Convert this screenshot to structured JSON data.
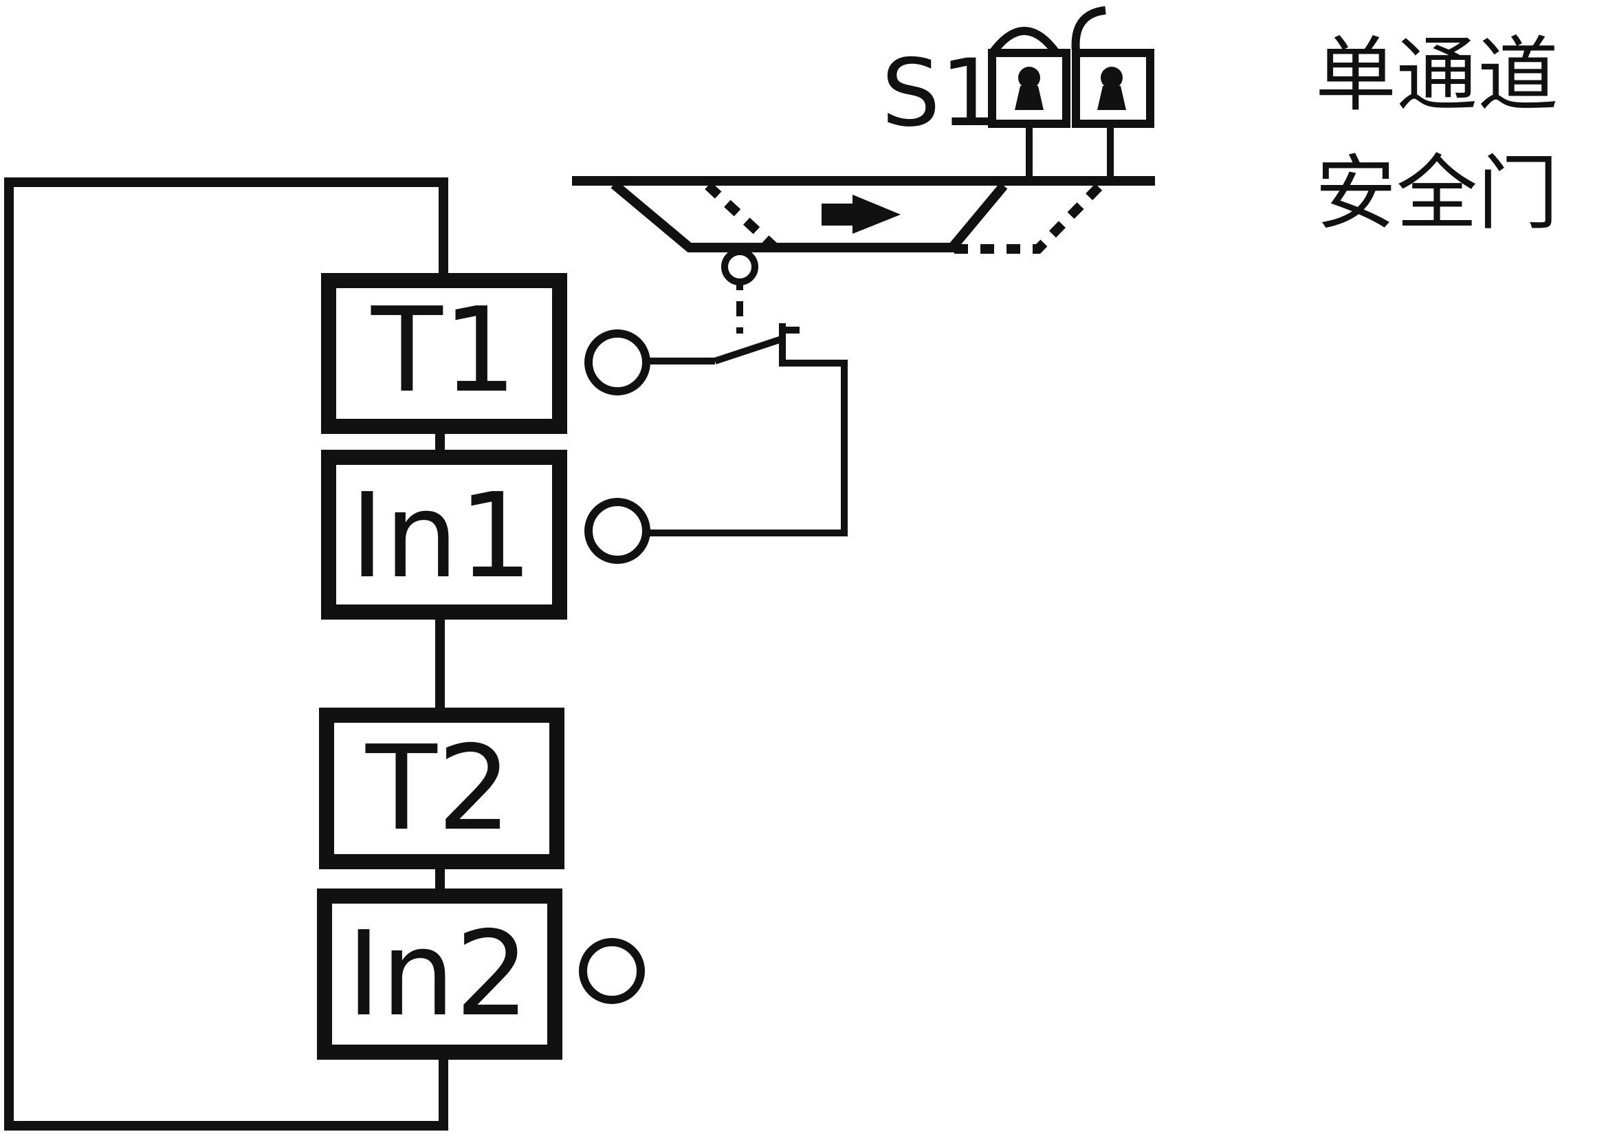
{
  "blocks": {
    "t1": "T1",
    "in1": "In1",
    "t2": "T2",
    "in2": "In2"
  },
  "switch_label": "S1",
  "caption": {
    "line1": "单通道",
    "line2": "安全门"
  },
  "colors": {
    "stroke": "#111111",
    "background": "#ffffff"
  },
  "icons": [
    "padlock-icon",
    "padlock-icon",
    "arrow-right-icon",
    "terminal-circle-icon"
  ]
}
